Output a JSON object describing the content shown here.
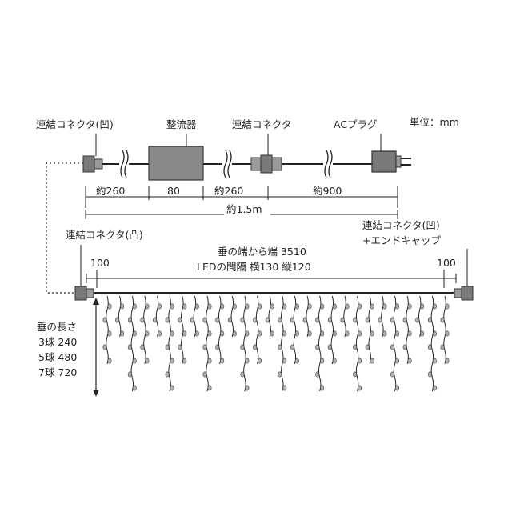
{
  "top_labels": {
    "connector_concave": "連結コネクタ(凹)",
    "rectifier": "整流器",
    "connector": "連結コネクタ",
    "ac_plug": "ACプラグ",
    "unit": "単位：mm"
  },
  "top_dimensions": {
    "seg1": "約260",
    "seg2": "80",
    "seg3": "約260",
    "seg4": "約900",
    "total": "約1.5m"
  },
  "lower_labels": {
    "connector_convex": "連結コネクタ(凸)",
    "connector_concave_line1": "連結コネクタ(凹)",
    "connector_concave_line2": "+エンドキャップ",
    "left_offset": "100",
    "right_offset": "100",
    "span_line1": "垂の端から端 3510",
    "span_line2": "LEDの間隔 横130 縦120"
  },
  "drop_lengths": {
    "title": "垂の長さ",
    "rows": [
      "3球 240",
      "5球 480",
      "7球 720"
    ]
  },
  "colors": {
    "line": "#222222",
    "connector_fill": "#7a7a7a",
    "connector_stroke": "#333333",
    "rectifier_fill": "#8a8a8a",
    "bulb": "#b0b0b0"
  }
}
